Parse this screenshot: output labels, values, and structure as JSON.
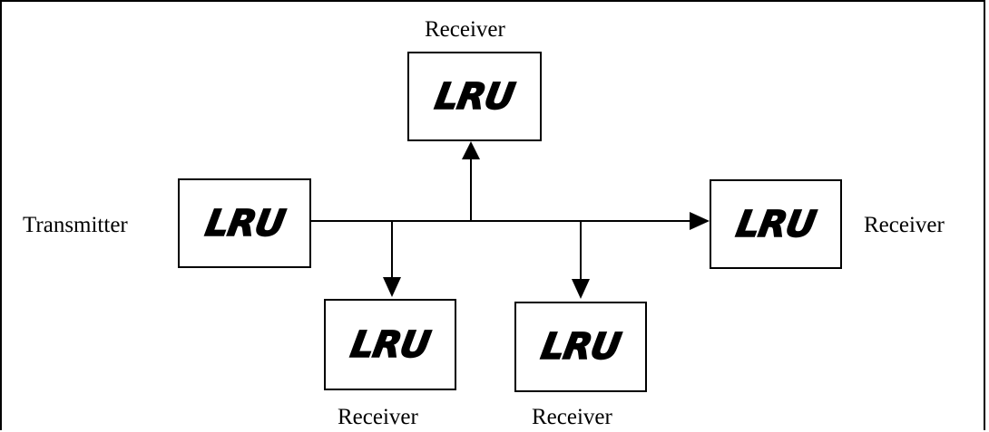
{
  "units": {
    "transmitter": {
      "label": "Transmitter",
      "box_text": "LRU"
    },
    "receiver_top": {
      "label": "Receiver",
      "box_text": "LRU"
    },
    "receiver_right": {
      "label": "Receiver",
      "box_text": "LRU"
    },
    "receiver_bottom_left": {
      "label": "Receiver",
      "box_text": "LRU"
    },
    "receiver_bottom_right": {
      "label": "Receiver",
      "box_text": "LRU"
    }
  }
}
